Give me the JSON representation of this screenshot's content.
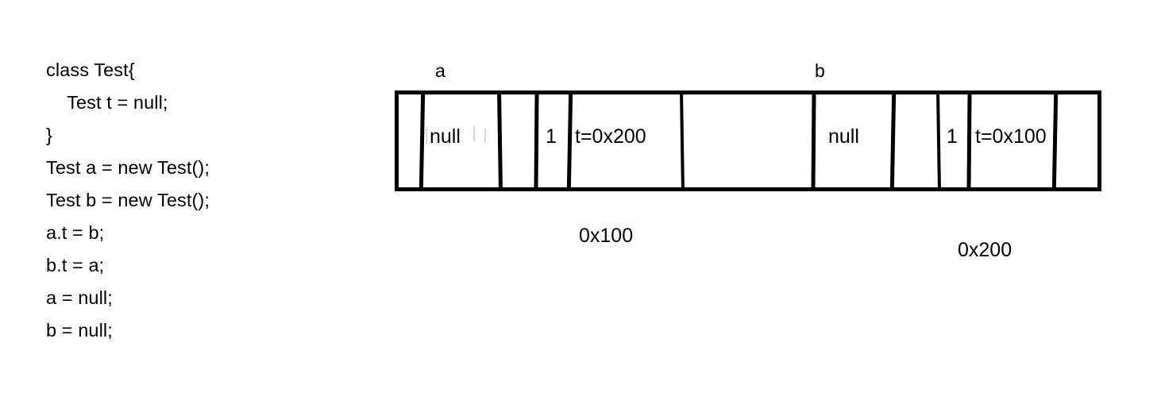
{
  "code": {
    "title": "Java source listing",
    "lines": [
      "class Test{",
      "    Test t = null;",
      "}",
      "Test a = new Test();",
      "Test b = new Test();",
      "a.t = b;",
      "b.t = a;",
      "a = null;",
      "b = null;"
    ]
  },
  "diagram": {
    "type": "memory-layout",
    "variable_labels": [
      {
        "name": "a",
        "text": "a"
      },
      {
        "name": "b",
        "text": "b"
      }
    ],
    "address_labels": [
      {
        "name": "0x100",
        "text": "0x100"
      },
      {
        "name": "0x200",
        "text": "0x200"
      }
    ],
    "objects": [
      {
        "address": "0x100",
        "pointed_by": "a",
        "cells": [
          {
            "label": "null",
            "role": "mark-word-null"
          },
          {
            "label": "1",
            "role": "gc-age-or-count"
          },
          {
            "label": "t=0x200",
            "role": "field-reference"
          }
        ]
      },
      {
        "address": "0x200",
        "pointed_by": "b",
        "cells": [
          {
            "label": "null",
            "role": "mark-word-null"
          },
          {
            "label": "1",
            "role": "gc-age-or-count"
          },
          {
            "label": "t=0x100",
            "role": "field-reference"
          }
        ]
      }
    ],
    "cell_texts": [
      "null",
      "1",
      "t=0x200",
      "null",
      "1",
      "t=0x100"
    ]
  },
  "colors": {
    "ink": "#000000",
    "background": "#ffffff",
    "stray": "#d8d8d8"
  }
}
